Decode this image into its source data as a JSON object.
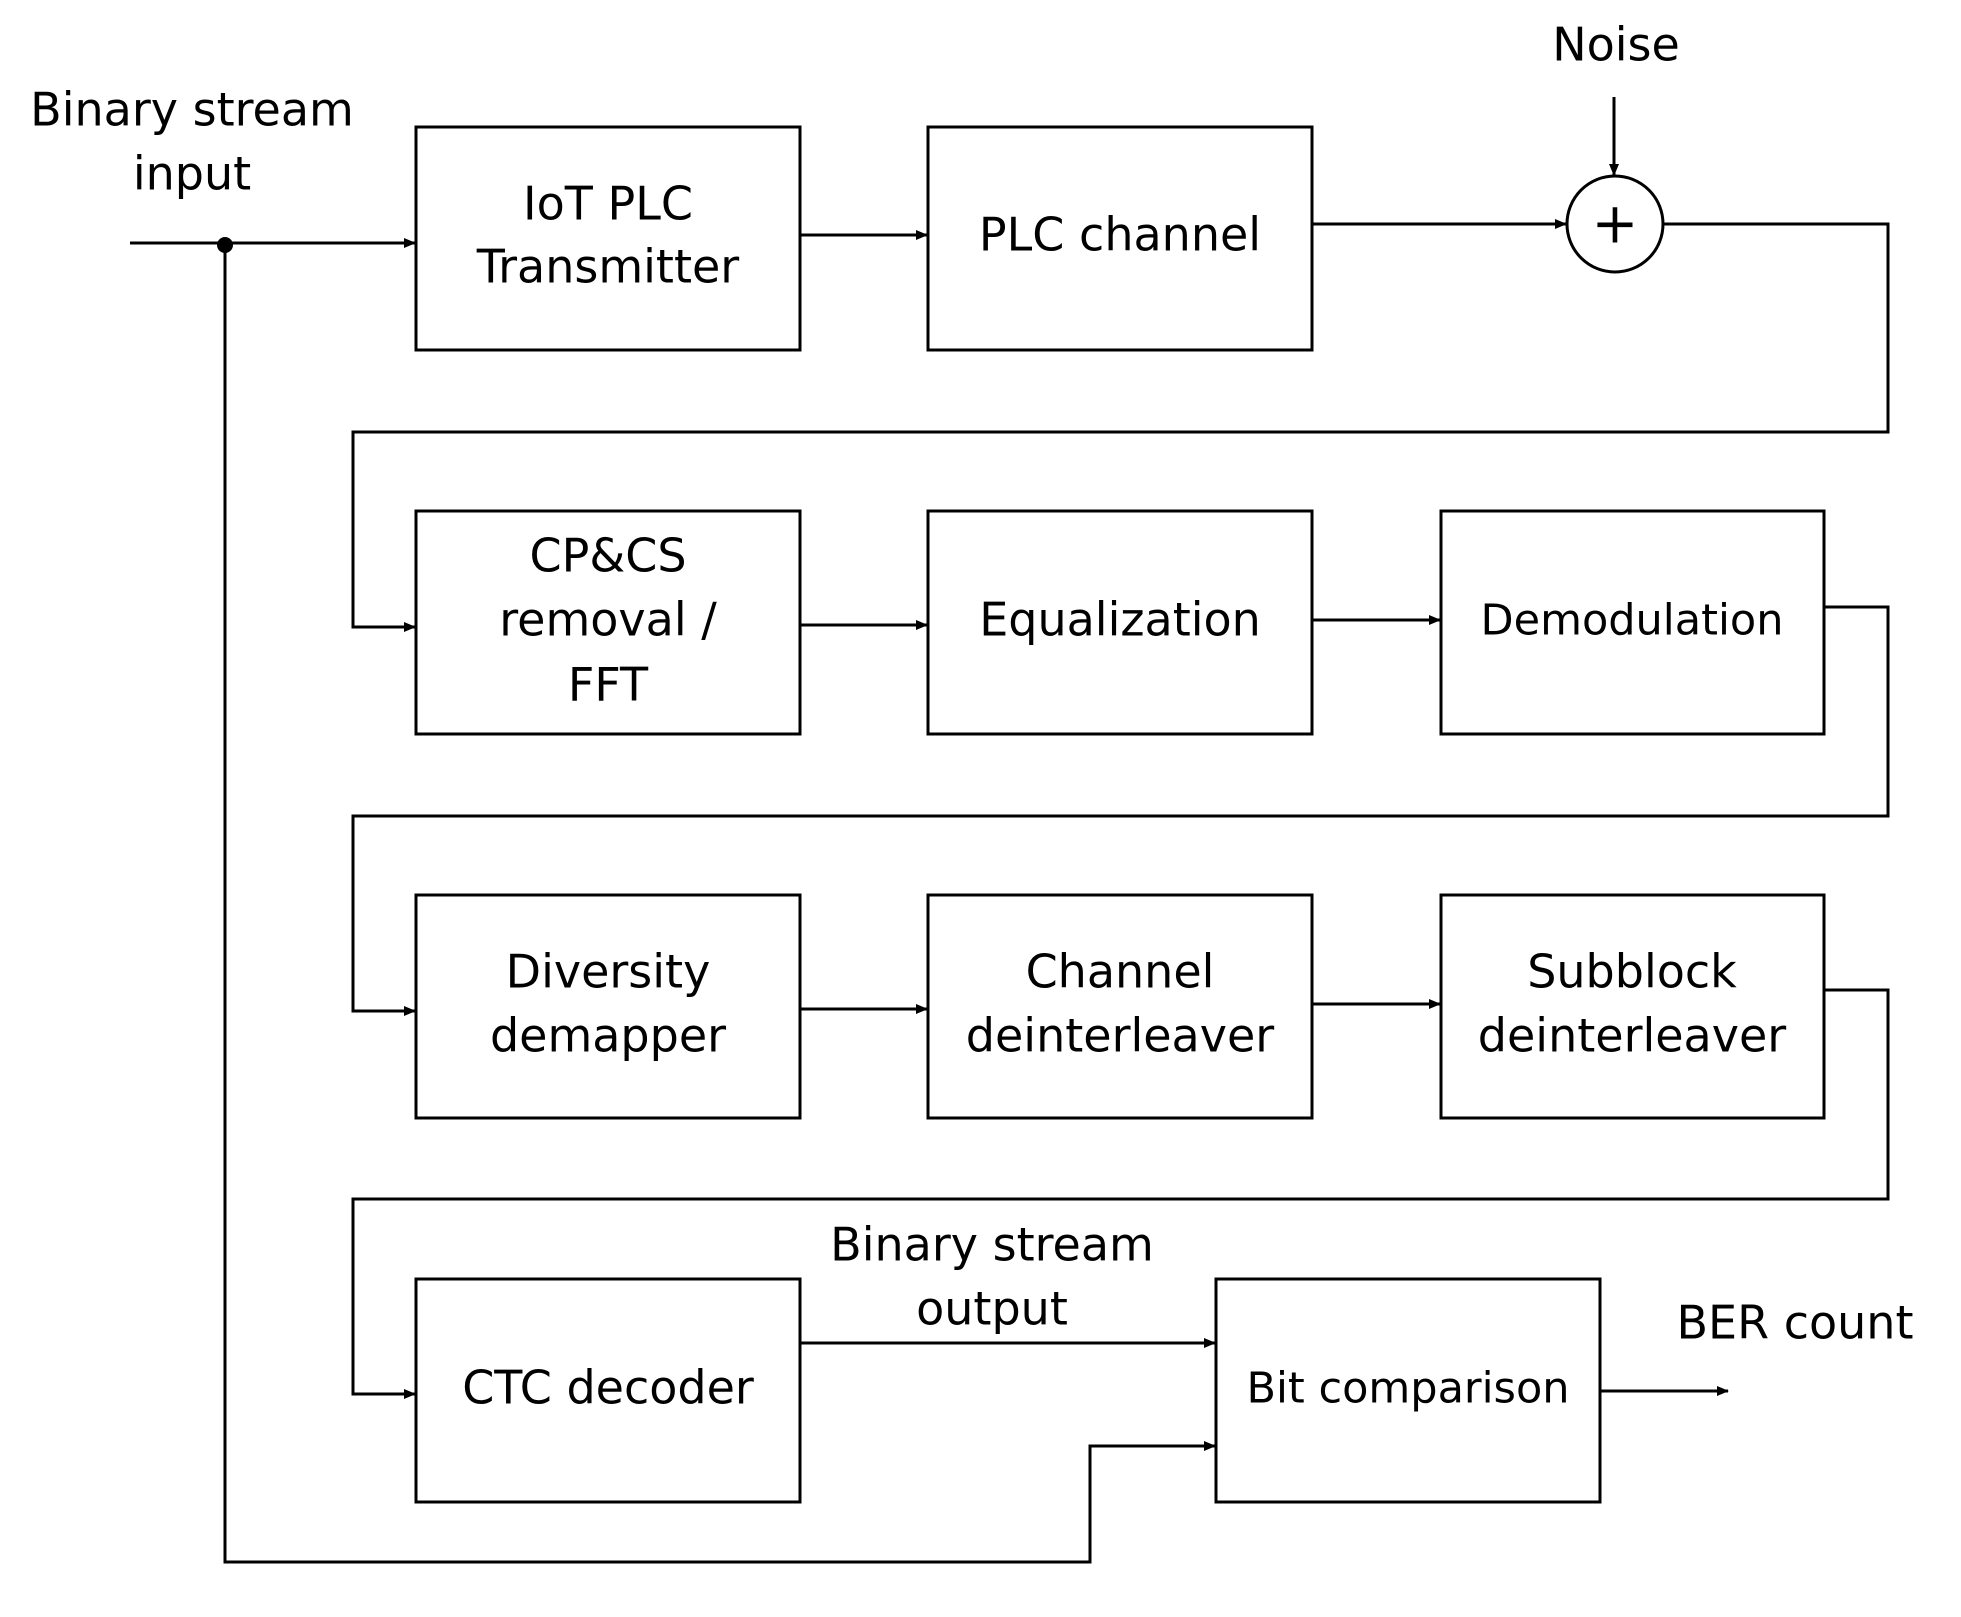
{
  "diagram": {
    "blocks": {
      "transmitter": [
        "IoT PLC",
        "Transmitter"
      ],
      "plc_channel": [
        "PLC channel"
      ],
      "cp_cs_removal_fft": [
        "CP&CS",
        "removal /",
        "FFT"
      ],
      "equalization": [
        "Equalization"
      ],
      "demodulation": [
        "Demodulation"
      ],
      "diversity_demapper": [
        "Diversity",
        "demapper"
      ],
      "channel_deinterleaver": [
        "Channel",
        "deinterleaver"
      ],
      "subblock_deinterleaver": [
        "Subblock",
        "deinterleaver"
      ],
      "ctc_decoder": [
        "CTC decoder"
      ],
      "bit_comparison": [
        "Bit comparison"
      ]
    },
    "adder_symbol": "+",
    "labels": {
      "input": [
        "Binary stream",
        "input"
      ],
      "noise": "Noise",
      "output": [
        "Binary stream",
        "output"
      ],
      "ber": "BER count"
    }
  }
}
